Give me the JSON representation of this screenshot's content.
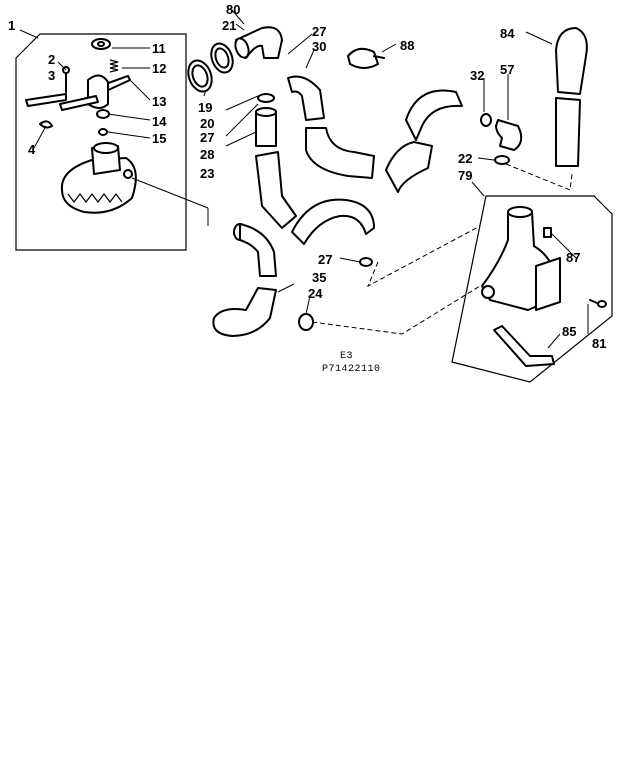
{
  "diagram": {
    "caption_line1": "E3",
    "caption_line2": "P71422110",
    "labels": {
      "l1": "1",
      "l2": "2",
      "l3": "3",
      "l4": "4",
      "l11": "11",
      "l12": "12",
      "l13": "13",
      "l14": "14",
      "l15": "15",
      "l19": "19",
      "l20": "20",
      "l21": "21",
      "l22": "22",
      "l23": "23",
      "l24": "24",
      "l27a": "27",
      "l27b": "27",
      "l27c": "27",
      "l28": "28",
      "l30": "30",
      "l32": "32",
      "l35": "35",
      "l57": "57",
      "l79": "79",
      "l80": "80",
      "l81": "81",
      "l84": "84",
      "l85": "85",
      "l87": "87",
      "l88": "88"
    }
  }
}
